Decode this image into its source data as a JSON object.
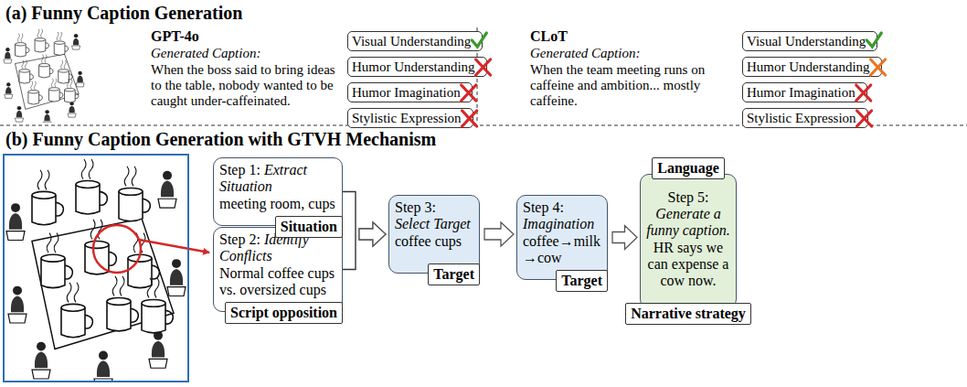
{
  "diagram": {
    "nodes": [
      {
        "text": [
          "Visual Understanding"
        ]
      },
      {
        "text": [
          "Humor Understanding"
        ]
      },
      {
        "text": [
          "Humor Imagination"
        ]
      },
      {
        "text": [
          "Stylistic Expression"
        ]
      },
      {
        "text": [
          "Visual Understanding"
        ]
      },
      {
        "text": [
          "Humor Understanding"
        ]
      },
      {
        "text": [
          "Humor Imagination"
        ]
      },
      {
        "text": [
          "Stylistic Expression"
        ]
      },
      {
        "text": [
          "Step 1: Extract Situation",
          "meeting room, cups"
        ]
      },
      {
        "text": [
          "Situation"
        ]
      },
      {
        "text": [
          "Step 2: Identify Conflicts",
          "Normal coffee cups vs. oversized cups"
        ]
      },
      {
        "text": [
          "Script opposition"
        ]
      },
      {
        "text": [
          "Step 3: Select Target",
          "coffee cups"
        ]
      },
      {
        "text": [
          "Target"
        ]
      },
      {
        "text": [
          "Step 4: Imagination",
          "coffee→milk →cow"
        ]
      },
      {
        "text": [
          "Target"
        ]
      },
      {
        "text": [
          "Language"
        ]
      },
      {
        "text": [
          "Step 5: Generate a funny caption.",
          "HR says we can expense a cow now."
        ]
      },
      {
        "text": [
          "Narrative strategy"
        ]
      }
    ],
    "edges": [
      {
        "from": 8,
        "to": 12,
        "arrow": "to"
      },
      {
        "from": 10,
        "to": 12,
        "arrow": "to"
      },
      {
        "from": 12,
        "to": 14,
        "arrow": "to"
      },
      {
        "from": 14,
        "to": 17,
        "arrow": "to"
      }
    ],
    "labels": [
      "(a) Funny Caption Generation",
      "GPT-4o",
      "Generated Caption:",
      "When the boss said to bring ideas to the table, nobody wanted to be caught under-caffeinated.",
      "CLoT",
      "Generated Caption:",
      "When the team meeting runs on caffeine and ambition... mostly caffeine.",
      "(b) Funny Caption Generation with GTVH Mechanism"
    ]
  }
}
